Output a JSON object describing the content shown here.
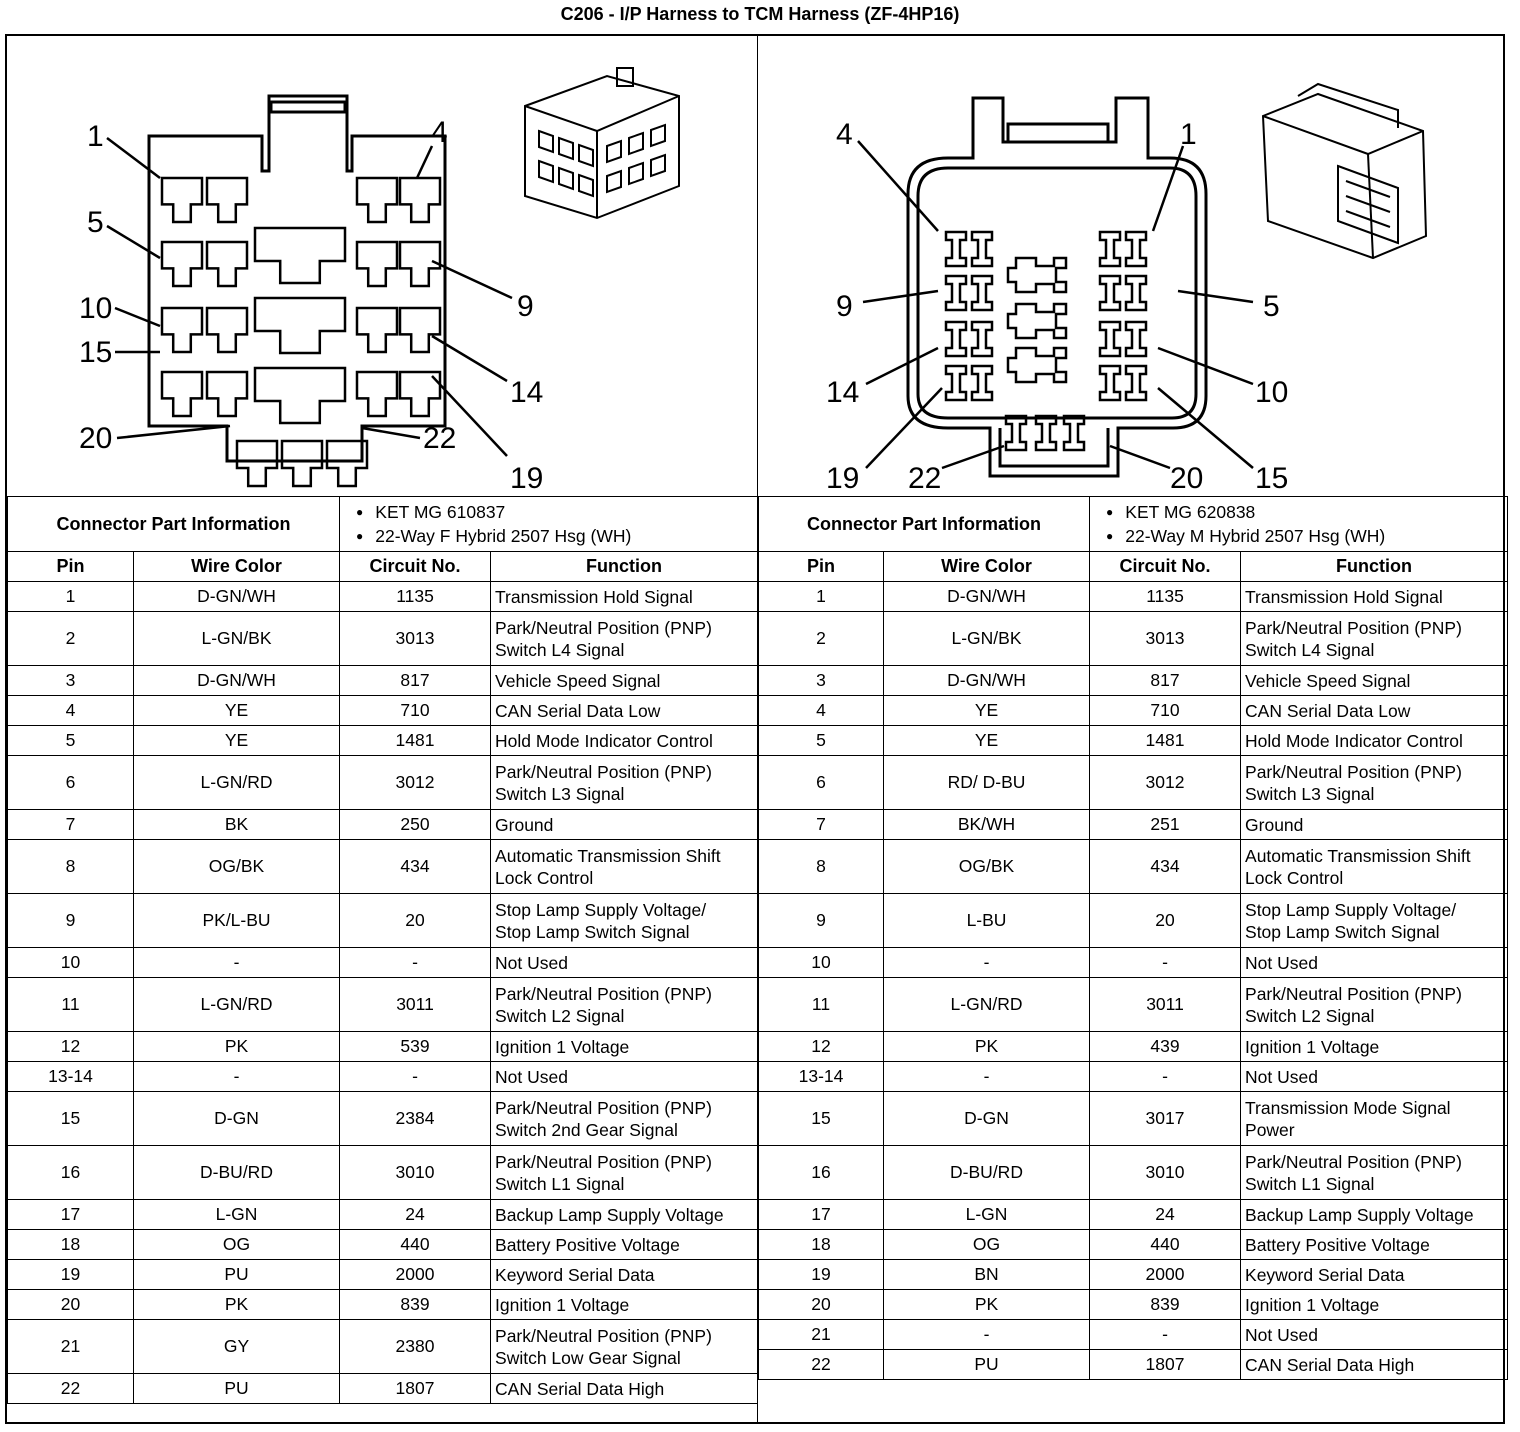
{
  "title": "C206 - I/P Harness to TCM Harness (ZF-4HP16)",
  "left_drawing": {
    "pin_labels": {
      "p1": "1",
      "p4": "4",
      "p5": "5",
      "p9": "9",
      "p10": "10",
      "p14": "14",
      "p15": "15",
      "p19": "19",
      "p20": "20",
      "p22": "22"
    }
  },
  "right_drawing": {
    "pin_labels": {
      "p4": "4",
      "p1": "1",
      "p9": "9",
      "p5": "5",
      "p14": "14",
      "p10": "10",
      "p19": "19",
      "p22": "22",
      "p20": "20",
      "p15": "15"
    }
  },
  "left_table": {
    "cpi_label": "Connector Part Information",
    "cpi_items": [
      "KET MG 610837",
      "22-Way F Hybrid 2507 Hsg (WH)"
    ],
    "headers": [
      "Pin",
      "Wire Color",
      "Circuit No.",
      "Function"
    ],
    "rows": [
      [
        "1",
        "D-GN/WH",
        "1135",
        "Transmission Hold Signal"
      ],
      [
        "2",
        "L-GN/BK",
        "3013",
        "Park/Neutral Position (PNP)\nSwitch L4 Signal"
      ],
      [
        "3",
        "D-GN/WH",
        "817",
        "Vehicle Speed Signal"
      ],
      [
        "4",
        "YE",
        "710",
        "CAN Serial Data Low"
      ],
      [
        "5",
        "YE",
        "1481",
        "Hold Mode Indicator Control"
      ],
      [
        "6",
        "L-GN/RD",
        "3012",
        "Park/Neutral Position (PNP)\nSwitch L3 Signal"
      ],
      [
        "7",
        "BK",
        "250",
        "Ground"
      ],
      [
        "8",
        "OG/BK",
        "434",
        "Automatic Transmission Shift\nLock Control"
      ],
      [
        "9",
        "PK/L-BU",
        "20",
        "Stop Lamp Supply Voltage/\nStop Lamp Switch Signal"
      ],
      [
        "10",
        "-",
        "-",
        "Not Used"
      ],
      [
        "11",
        "L-GN/RD",
        "3011",
        "Park/Neutral Position (PNP)\nSwitch L2 Signal"
      ],
      [
        "12",
        "PK",
        "539",
        "Ignition 1 Voltage"
      ],
      [
        "13-14",
        "-",
        "-",
        "Not Used"
      ],
      [
        "15",
        "D-GN",
        "2384",
        "Park/Neutral Position (PNP)\nSwitch 2nd Gear Signal"
      ],
      [
        "16",
        "D-BU/RD",
        "3010",
        "Park/Neutral Position (PNP)\nSwitch L1 Signal"
      ],
      [
        "17",
        "L-GN",
        "24",
        "Backup Lamp Supply Voltage"
      ],
      [
        "18",
        "OG",
        "440",
        "Battery Positive Voltage"
      ],
      [
        "19",
        "PU",
        "2000",
        "Keyword Serial Data"
      ],
      [
        "20",
        "PK",
        "839",
        "Ignition 1 Voltage"
      ],
      [
        "21",
        "GY",
        "2380",
        "Park/Neutral Position (PNP)\nSwitch Low Gear Signal"
      ],
      [
        "22",
        "PU",
        "1807",
        "CAN Serial Data High"
      ]
    ]
  },
  "right_table": {
    "cpi_label": "Connector Part Information",
    "cpi_items": [
      "KET MG 620838",
      "22-Way M Hybrid 2507 Hsg (WH)"
    ],
    "headers": [
      "Pin",
      "Wire Color",
      "Circuit No.",
      "Function"
    ],
    "rows": [
      [
        "1",
        "D-GN/WH",
        "1135",
        "Transmission Hold Signal"
      ],
      [
        "2",
        "L-GN/BK",
        "3013",
        "Park/Neutral Position (PNP)\nSwitch L4 Signal"
      ],
      [
        "3",
        "D-GN/WH",
        "817",
        "Vehicle Speed Signal"
      ],
      [
        "4",
        "YE",
        "710",
        "CAN Serial Data Low"
      ],
      [
        "5",
        "YE",
        "1481",
        "Hold Mode Indicator Control"
      ],
      [
        "6",
        "RD/ D-BU",
        "3012",
        "Park/Neutral Position (PNP)\nSwitch L3 Signal"
      ],
      [
        "7",
        "BK/WH",
        "251",
        "Ground"
      ],
      [
        "8",
        "OG/BK",
        "434",
        "Automatic Transmission Shift\nLock Control"
      ],
      [
        "9",
        "L-BU",
        "20",
        "Stop Lamp Supply Voltage/\nStop Lamp Switch Signal"
      ],
      [
        "10",
        "-",
        "-",
        "Not Used"
      ],
      [
        "11",
        "L-GN/RD",
        "3011",
        "Park/Neutral Position (PNP)\nSwitch L2 Signal"
      ],
      [
        "12",
        "PK",
        "439",
        "Ignition 1 Voltage"
      ],
      [
        "13-14",
        "-",
        "-",
        "Not Used"
      ],
      [
        "15",
        "D-GN",
        "3017",
        "Transmission Mode Signal\nPower"
      ],
      [
        "16",
        "D-BU/RD",
        "3010",
        "Park/Neutral Position (PNP)\nSwitch L1 Signal"
      ],
      [
        "17",
        "L-GN",
        "24",
        "Backup Lamp Supply Voltage"
      ],
      [
        "18",
        "OG",
        "440",
        "Battery Positive Voltage"
      ],
      [
        "19",
        "BN",
        "2000",
        "Keyword Serial Data"
      ],
      [
        "20",
        "PK",
        "839",
        "Ignition 1 Voltage"
      ],
      [
        "21",
        "-",
        "-",
        "Not Used"
      ],
      [
        "22",
        "PU",
        "1807",
        "CAN Serial Data High"
      ]
    ]
  }
}
